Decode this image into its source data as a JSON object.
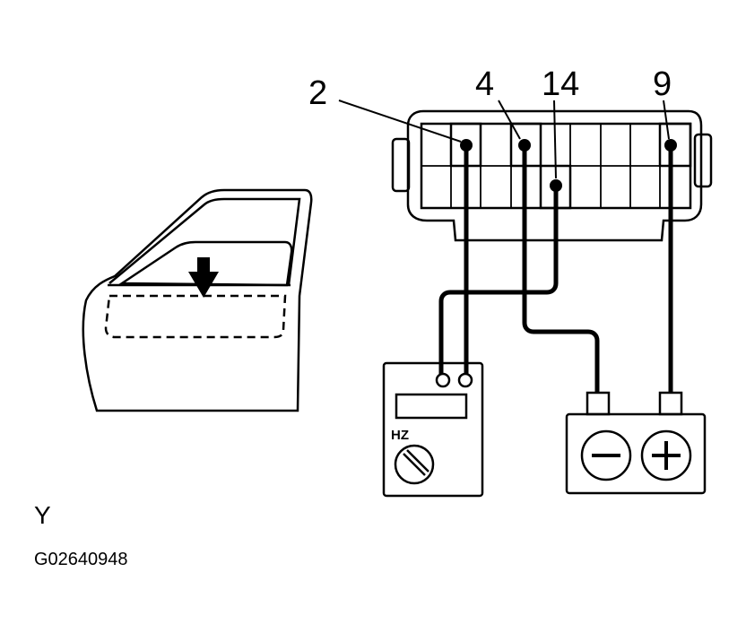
{
  "connector": {
    "pins": [
      {
        "number": "2"
      },
      {
        "number": "4"
      },
      {
        "number": "14"
      },
      {
        "number": "9"
      }
    ]
  },
  "meter": {
    "label": "HZ"
  },
  "battery": {
    "negative_symbol": "−",
    "positive_symbol": "+"
  },
  "view_label": "Y",
  "figure_code": "G02640948",
  "colors": {
    "line": "#000000",
    "background": "#ffffff"
  }
}
